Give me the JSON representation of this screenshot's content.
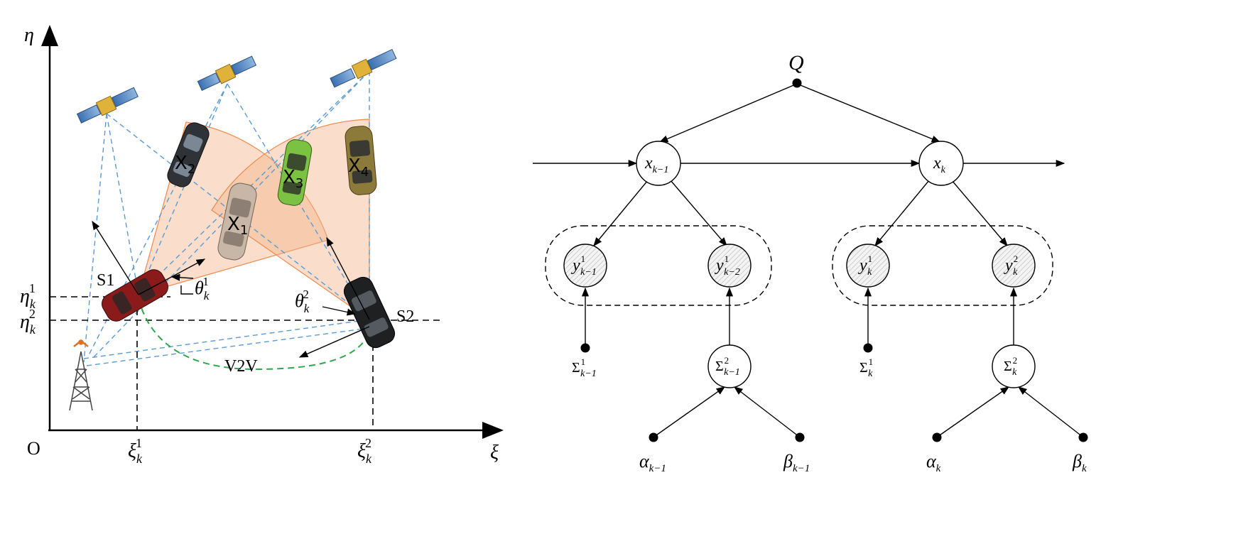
{
  "left_panel": {
    "axis_y": "η",
    "axis_x": "ξ",
    "origin": "O",
    "eta1": "η",
    "eta1_sub": "k",
    "eta1_sup": "1",
    "eta2": "η",
    "eta2_sub": "k",
    "eta2_sup": "2",
    "xi1": "ξ",
    "xi1_sub": "k",
    "xi1_sup": "1",
    "xi2": "ξ",
    "xi2_sub": "k",
    "xi2_sup": "2",
    "theta1": "θ",
    "theta1_sub": "k",
    "theta1_sup": "1",
    "theta2": "θ",
    "theta2_sub": "k",
    "theta2_sup": "2",
    "s1": "S1",
    "s2": "S2",
    "v2v": "V2V",
    "x1": "X",
    "x1_sub": "1",
    "x2": "X",
    "x2_sub": "2",
    "x3": "X",
    "x3_sub": "3",
    "x4": "X",
    "x4_sub": "4",
    "colors": {
      "sector": "#f4b183",
      "link": "#5b9bd5",
      "v2v": "#2ea84b",
      "car_s1": "#8b1a1a",
      "car_x3": "#7cc242"
    }
  },
  "right_panel": {
    "q": "Q",
    "x_prev": "x",
    "x_prev_sub": "k−1",
    "x_cur": "x",
    "x_cur_sub": "k",
    "y1_prev": "y",
    "y1_prev_sub": "k−1",
    "y1_prev_sup": "1",
    "y2_prev": "y",
    "y2_prev_sub": "k−2",
    "y2_prev_sup": "1",
    "y1_cur": "y",
    "y1_cur_sub": "k",
    "y1_cur_sup": "1",
    "y2_cur": "y",
    "y2_cur_sub": "k",
    "y2_cur_sup": "2",
    "sig1_prev": "Σ",
    "sig1_prev_sub": "k−1",
    "sig1_prev_sup": "1",
    "sig2_prev": "Σ",
    "sig2_prev_sub": "k−1",
    "sig2_prev_sup": "2",
    "sig1_cur": "Σ",
    "sig1_cur_sub": "k",
    "sig1_cur_sup": "1",
    "sig2_cur": "Σ",
    "sig2_cur_sub": "k",
    "sig2_cur_sup": "2",
    "a_prev": "α",
    "a_prev_sub": "k−1",
    "b_prev": "β",
    "b_prev_sub": "k−1",
    "a_cur": "α",
    "a_cur_sub": "k",
    "b_cur": "β",
    "b_cur_sub": "k"
  }
}
